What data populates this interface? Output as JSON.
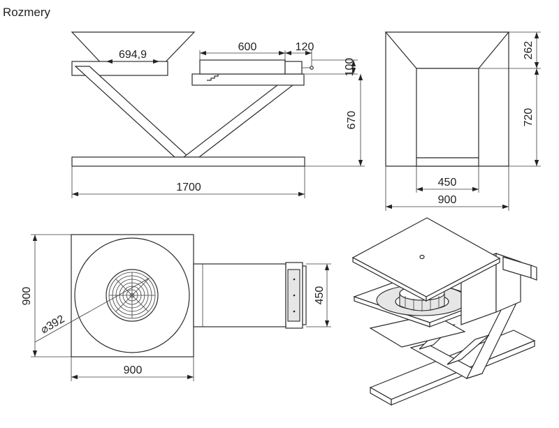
{
  "page": {
    "title": "Rozmery"
  },
  "dimensions": {
    "front": {
      "bowl_inner_width": "694,9",
      "tray_width": "600",
      "handle_length": "120",
      "tray_height": "100",
      "frame_height": "670",
      "overall_length": "1700"
    },
    "side": {
      "bowl_height": "262",
      "column_height": "720",
      "column_width": "450",
      "overall_width": "900"
    },
    "top": {
      "overall_depth": "900",
      "overall_width": "900",
      "grate_diameter": "392",
      "diameter_symbol": "⌀",
      "tray_width": "450"
    }
  },
  "views": [
    "front-view",
    "side-view",
    "top-view",
    "isometric-view"
  ]
}
